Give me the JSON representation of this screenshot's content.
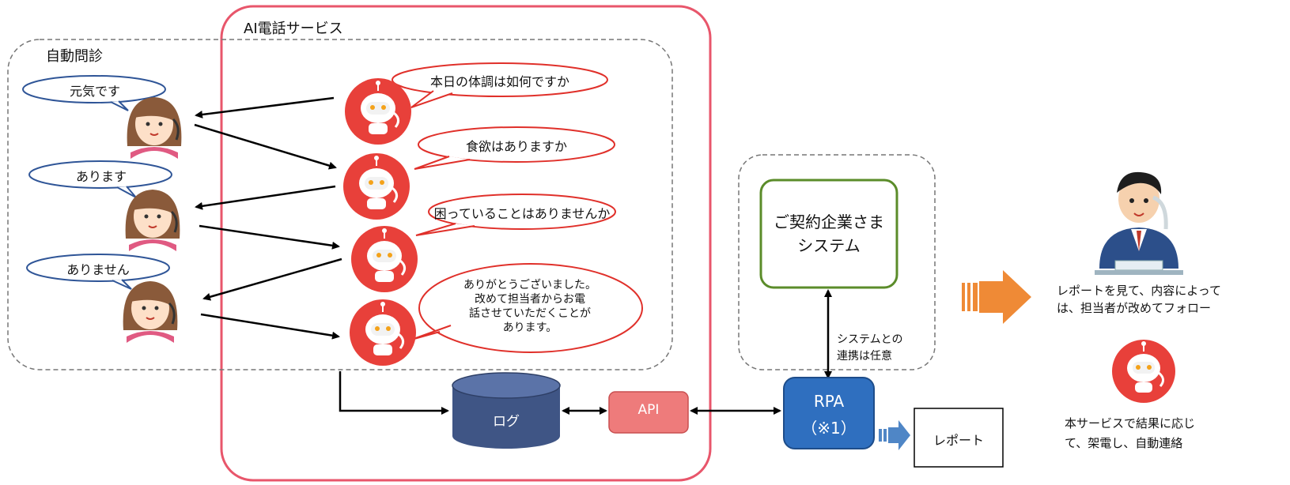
{
  "groups": {
    "ai_service": "AI電話サービス",
    "auto_interview": "自動問診"
  },
  "bot_bubbles": [
    "本日の体調は如何ですか",
    "食欲はありますか",
    "困っていることはありませんか",
    "ありがとうございました。\n改めて担当者からお電\n話させていただくことが\nあります。"
  ],
  "patient_bubbles": [
    "元気です",
    "あります",
    "ありません"
  ],
  "nodes": {
    "log": "ログ",
    "api": "API",
    "rpa_line1": "RPA",
    "rpa_line2": "（※1）",
    "report": "レポート",
    "client_system": "ご契約企業さま\nシステム",
    "integration_note": "システムとの\n連携は任意"
  },
  "outcomes": {
    "staff_followup": "レポートを見て、内容によって\nは、担当者が改めてフォロー",
    "auto_contact": "本サービスで結果に応じ\nて、架電し、自動連絡"
  },
  "colors": {
    "ai_service_border": "#e8566b",
    "bubble_red": "#e0302a",
    "bubble_blue": "#2f5597",
    "log_cylinder": "#3f5585",
    "api_box": "#ee7b7b",
    "rpa_box": "#2f6fbf",
    "client_system_border": "#5b8c2a",
    "big_arrow": "#ef8a36",
    "bot_face": "#e8403a"
  }
}
